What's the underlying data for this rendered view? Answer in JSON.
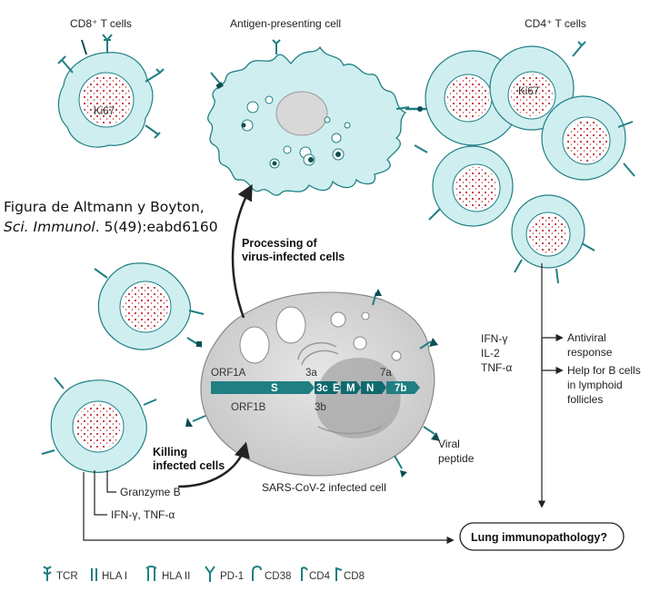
{
  "labels": {
    "cd8_title": "CD8⁺ T cells",
    "apc_title": "Antigen-presenting cell",
    "cd4_title": "CD4⁺ T cells",
    "ki67": "Ki67",
    "processing": [
      "Processing of",
      "virus-infected cells"
    ],
    "killing": [
      "Killing",
      "infected cells"
    ],
    "infected_cell": "SARS-CoV-2 infected cell",
    "granzyme": "Granzyme B",
    "ifn_tnf": "IFN-γ, TNF-α",
    "cytokines": [
      "IFN-γ",
      "IL-2",
      "TNF-α"
    ],
    "antiviral": [
      "Antiviral",
      "response"
    ],
    "bcell_help": [
      "Help for B cells",
      "in lymphoid",
      "follicles"
    ],
    "viral_peptide": [
      "Viral",
      "peptide"
    ],
    "lung": "Lung immunopathology?"
  },
  "genome": {
    "orf1a": "ORF1A",
    "orf1b": "ORF1B",
    "s": "S",
    "g3a": "3a",
    "g3b": "3b",
    "g3c": "3c",
    "e": "E",
    "m": "M",
    "n": "N",
    "g7a": "7a",
    "g7b": "7b"
  },
  "legend": [
    "TCR",
    "HLA I",
    "HLA II",
    "PD-1",
    "CD38",
    "CD4",
    "CD8"
  ],
  "caption": {
    "line1": "Figura de Altmann y Boyton,",
    "journal": "Sci. Immunol",
    "ref": ". 5(49):eabd6160"
  },
  "colors": {
    "cell_fill": "#cfeef0",
    "nucleus": "#ffffff",
    "nucleus_dots": "#c0303a",
    "teal": "#1f7f83",
    "dark_teal": "#0e4e52",
    "infected_fill": "#d7d7d7"
  }
}
